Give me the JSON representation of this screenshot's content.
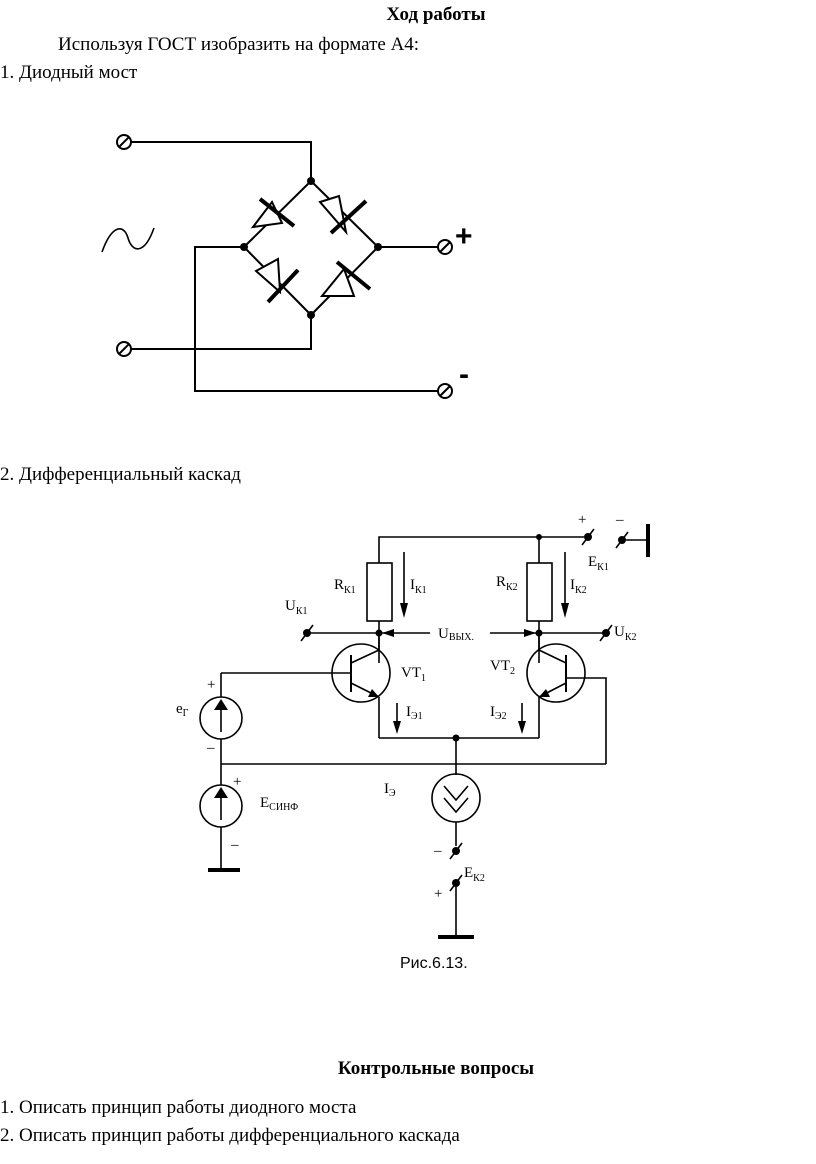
{
  "heading": "Ход работы",
  "intro": "Используя ГОСТ изобразить на формате А4:",
  "item1": "1. Диодный мост",
  "bridge": {
    "plus": "+",
    "minus": "-"
  },
  "item2": "2. Дифференциальный каскад",
  "cascade": {
    "RK1": "R",
    "RK1_sub": "К1",
    "RK2": "R",
    "RK2_sub": "К2",
    "IK1": "I",
    "IK1_sub": "К1",
    "IK2": "I",
    "IK2_sub": "К2",
    "UK1": "U",
    "UK1_sub": "К1",
    "UK2": "U",
    "UK2_sub": "К2",
    "Uout": "U",
    "Uout_sub": "ВЫХ.",
    "VT1": "VT",
    "VT1_sub": "1",
    "VT2": "VT",
    "VT2_sub": "2",
    "IE1": "I",
    "IE1_sub": "Э1",
    "IE2": "I",
    "IE2_sub": "Э2",
    "IE": "I",
    "IE_sub": "Э",
    "eg": "e",
    "eg_sub": "Г",
    "Esin": "E",
    "Esin_sub": "СИНФ",
    "EK1": "E",
    "EK1_sub": "К1",
    "EK2": "E",
    "EK2_sub": "К2",
    "plus": "+",
    "minus": "–",
    "caption": "Рис.6.13."
  },
  "questions_title": "Контрольные вопросы",
  "q1": "1. Описать принцип работы диодного моста",
  "q2": "2. Описать принцип работы дифференциального каскада"
}
